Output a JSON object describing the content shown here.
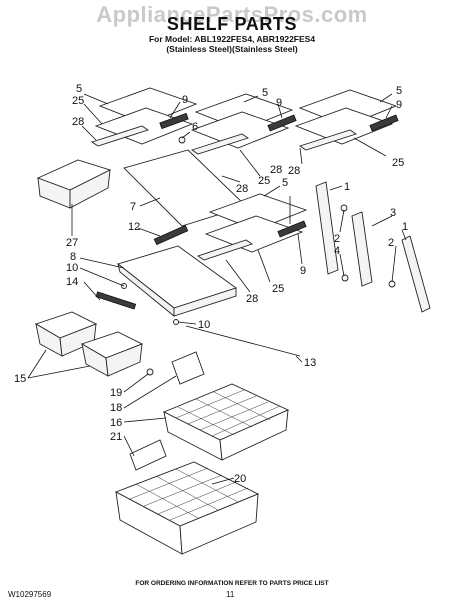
{
  "watermark": "AppliancePartsPros.com",
  "header": {
    "title": "SHELF PARTS",
    "models_line": "For Model: ABL1922FES4, ABR1922FES4",
    "finish_line": "(Stainless Steel)(Stainless Steel)"
  },
  "callouts": {
    "c5a": "5",
    "c25a": "25",
    "c9a": "9",
    "c28a": "28",
    "c6": "6",
    "c5b": "5",
    "c9b": "9",
    "c28b": "28",
    "c25b": "25",
    "c5c": "5",
    "c9c": "9",
    "c28c": "28",
    "c25c": "25",
    "c7": "7",
    "c27": "27",
    "c5d": "5",
    "c9d": "9",
    "c28d": "28",
    "c25d": "25",
    "c1a": "1",
    "c2a": "2",
    "c4": "4",
    "c3": "3",
    "c2b": "2",
    "c1b": "1",
    "c12": "12",
    "c8": "8",
    "c10a": "10",
    "c14": "14",
    "c10b": "10",
    "c13": "13",
    "c15": "15",
    "c19": "19",
    "c18": "18",
    "c16": "16",
    "c21": "21",
    "c20": "20"
  },
  "footer": {
    "note": "FOR ORDERING INFORMATION REFER TO PARTS PRICE LIST",
    "doc_number": "W10297569",
    "page_number": "11"
  }
}
